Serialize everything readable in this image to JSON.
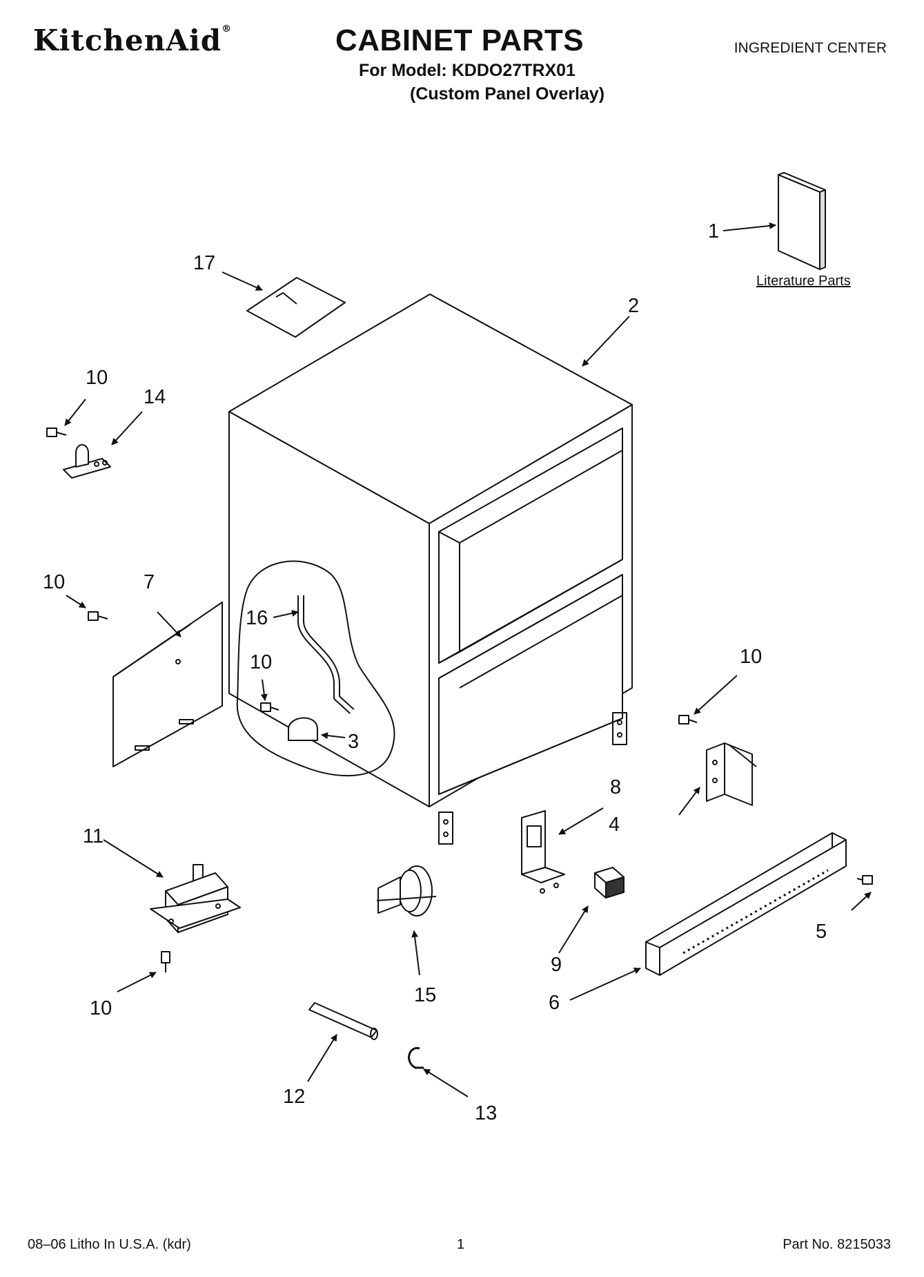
{
  "header": {
    "brand": "KitchenAid",
    "brand_mark": "®",
    "title": "CABINET PARTS",
    "model_line": "For Model: KDDO27TRX01",
    "variant_line": "(Custom Panel Overlay)",
    "category": "INGREDIENT CENTER"
  },
  "literature_label": "Literature Parts",
  "callouts": [
    "1",
    "2",
    "3",
    "4",
    "5",
    "6",
    "7",
    "8",
    "9",
    "10",
    "10",
    "10",
    "10",
    "10",
    "11",
    "12",
    "13",
    "14",
    "15",
    "16",
    "17"
  ],
  "footer": {
    "left": "08–06 Litho In U.S.A. (kdr)",
    "page": "1",
    "part_no": "Part No. 8215033"
  },
  "colors": {
    "ink": "#111111",
    "paper": "#ffffff"
  }
}
